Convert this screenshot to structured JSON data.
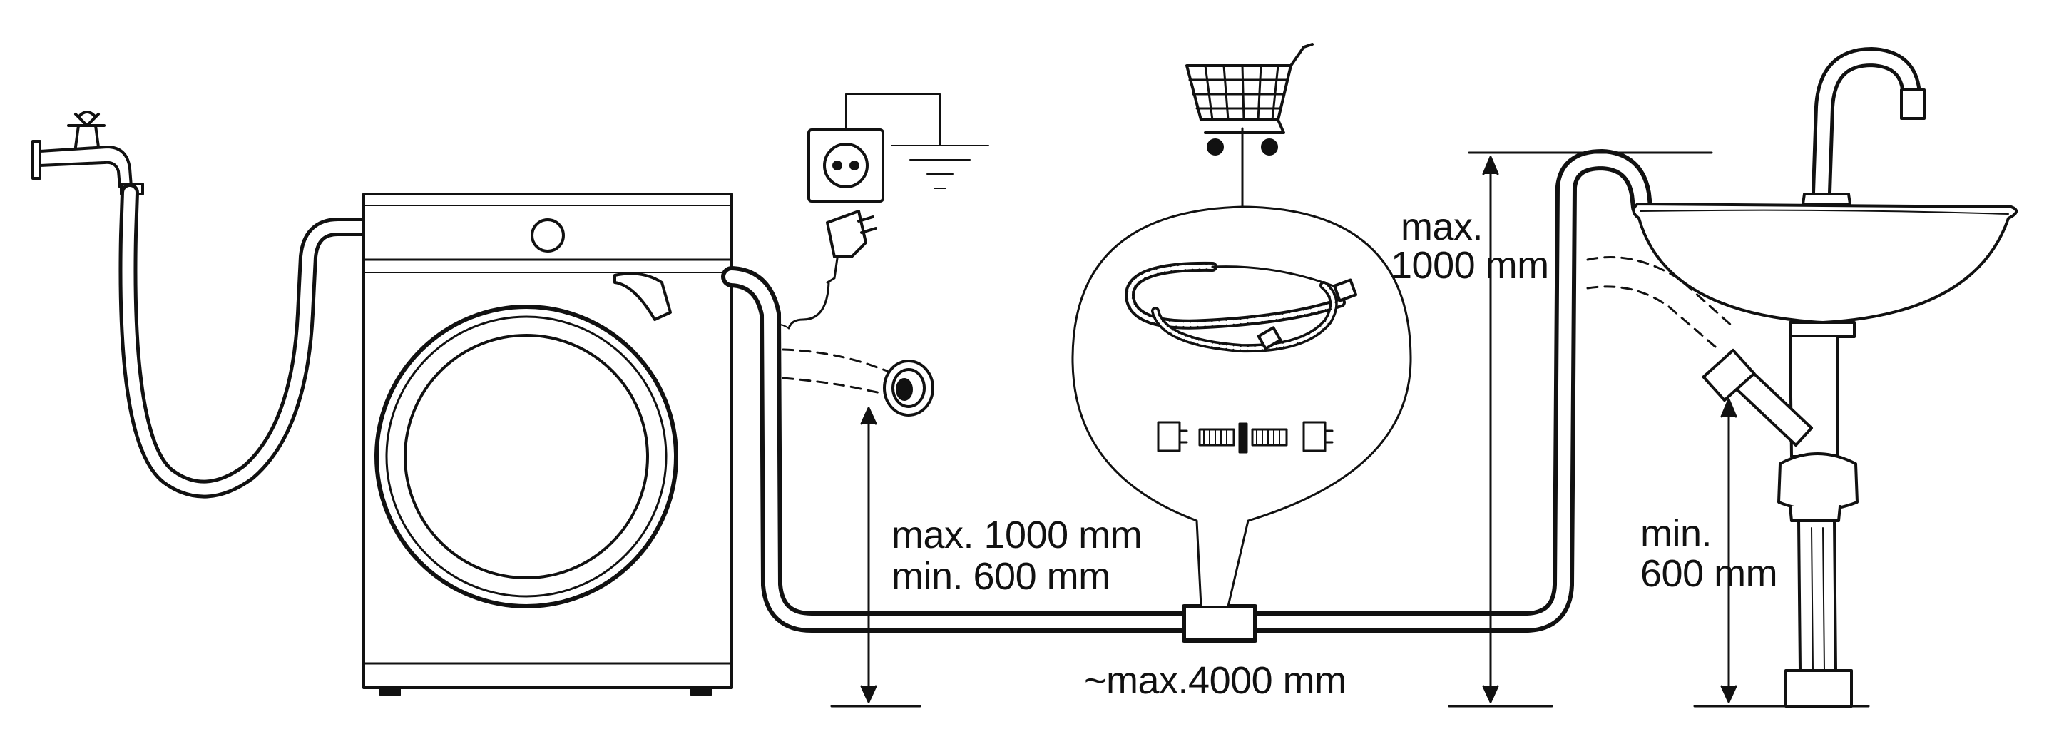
{
  "labels": {
    "outlet_height_max": "max. 1000 mm",
    "outlet_height_min": "min. 600 mm",
    "hose_length": "~max.4000 mm",
    "hose_height_max_1": "max.",
    "hose_height_max_2": "1000 mm",
    "sink_height_min_1": "min.",
    "sink_height_min_2": "600 mm"
  },
  "icons": [
    "water-tap-icon",
    "inlet-hose-icon",
    "washing-machine-icon",
    "grounded-socket-icon",
    "ground-symbol-icon",
    "power-plug-icon",
    "wall-drain-outlet-icon",
    "drain-hose-icon",
    "hose-coupler-icon",
    "shopping-cart-icon",
    "extension-hose-icon",
    "connector-parts-icon",
    "sink-icon",
    "sink-faucet-icon",
    "siphon-trap-icon"
  ],
  "colors": {
    "line": "#111111",
    "background": "#ffffff"
  }
}
